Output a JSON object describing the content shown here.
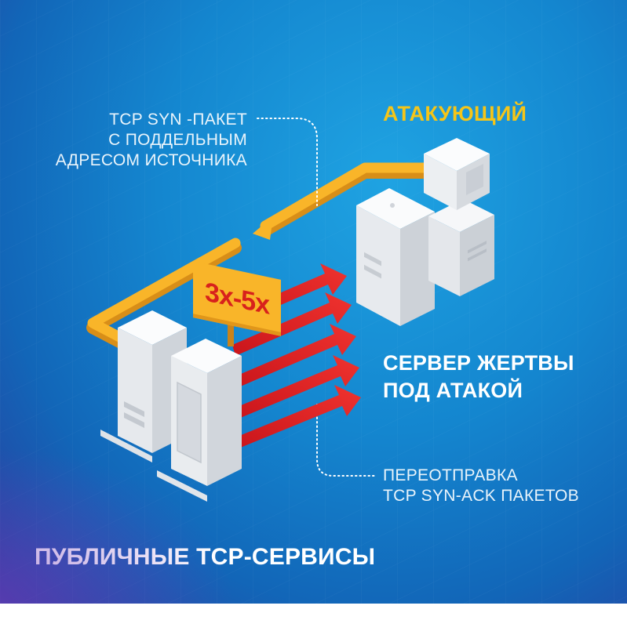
{
  "labels": {
    "packet_note": [
      "TCP SYN -ПАКЕТ",
      "С ПОДДЕЛЬНЫМ",
      "АДРЕСОМ ИСТОЧНИКА"
    ],
    "attacker": "АТАКУЮЩИЙ",
    "victim": [
      "СЕРВЕР ЖЕРТВЫ",
      "ПОД АТАКОЙ"
    ],
    "resend_note": [
      "ПЕРЕОТПРАВКА",
      "TCP SYN-ACK ПАКЕТОВ"
    ],
    "multiplier": "3x-5x",
    "public_services": "ПУБЛИЧНЫЕ TCP-СЕРВИСЫ"
  },
  "colors": {
    "background": "#1486cf",
    "attack_path": "#f9b529",
    "response_arrows": "#e0262a",
    "attacker_label": "#f5c518",
    "server": "#f1f3f5"
  },
  "icons": {
    "attacker": "computer-terminal-icon",
    "victim": "server-tower-icon",
    "public_services": "server-rack-icon"
  }
}
